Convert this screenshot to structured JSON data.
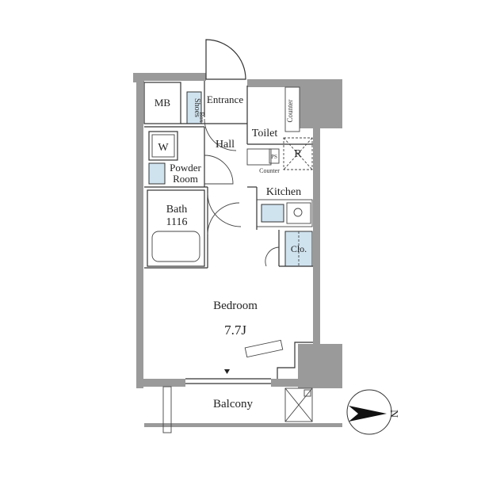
{
  "rooms": {
    "mb": "MB",
    "entrance": "Entrance",
    "shoes_box_line1": "Shoes",
    "shoes_box_line2": "Box",
    "toilet": "Toilet",
    "counter_toilet": "Counter",
    "hall": "Hall",
    "ps": "PS",
    "counter_hall": "Counter",
    "refrigerator": "R",
    "washer": "W",
    "powder_room_line1": "Powder",
    "powder_room_line2": "Room",
    "kitchen": "Kitchen",
    "bath_line1": "Bath",
    "bath_line2": "1116",
    "closet": "Clo.",
    "bedroom": "Bedroom",
    "bedroom_size": "7.7J",
    "balcony": "Balcony",
    "compass_north": "N"
  },
  "colors": {
    "wall": "#9a9a9a",
    "fixture_fill": "#cfe3ef",
    "ink": "#333333"
  }
}
